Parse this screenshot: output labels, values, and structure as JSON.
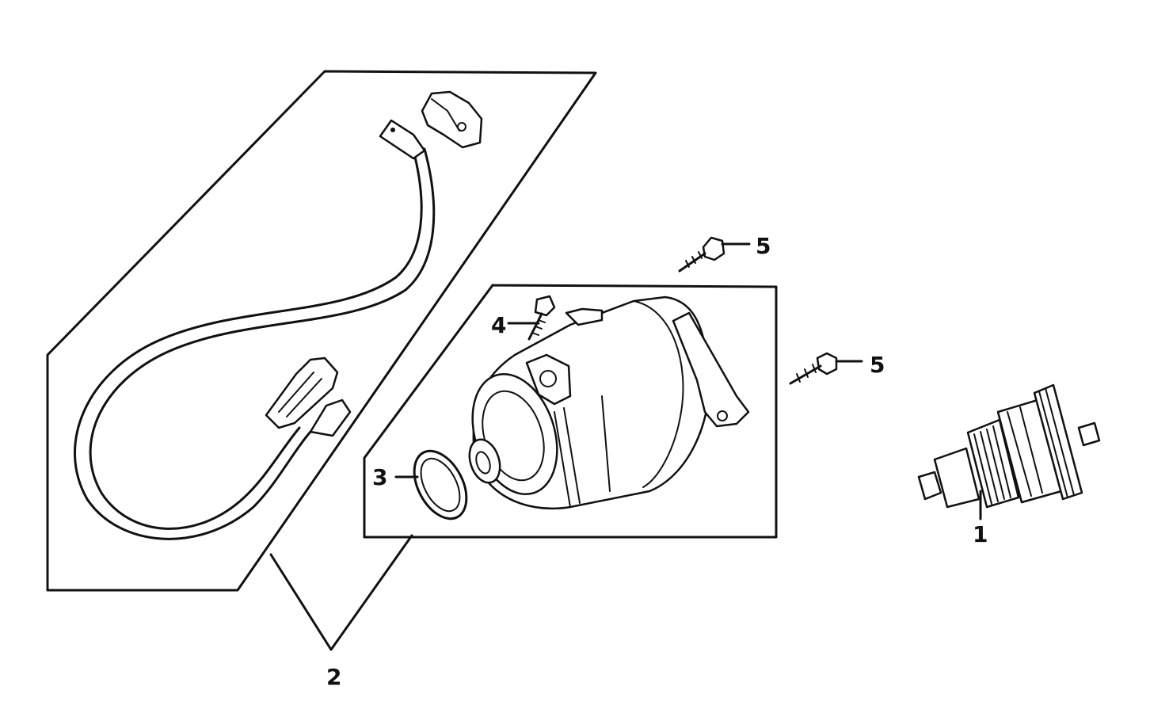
{
  "callouts": {
    "starter_clutch": "1",
    "cable_and_motor_assy": "2",
    "o_ring": "3",
    "bolt_small": "4",
    "bolt_upper": "5",
    "bolt_right": "5"
  },
  "colors": {
    "line": "#111111",
    "background": "#ffffff"
  }
}
